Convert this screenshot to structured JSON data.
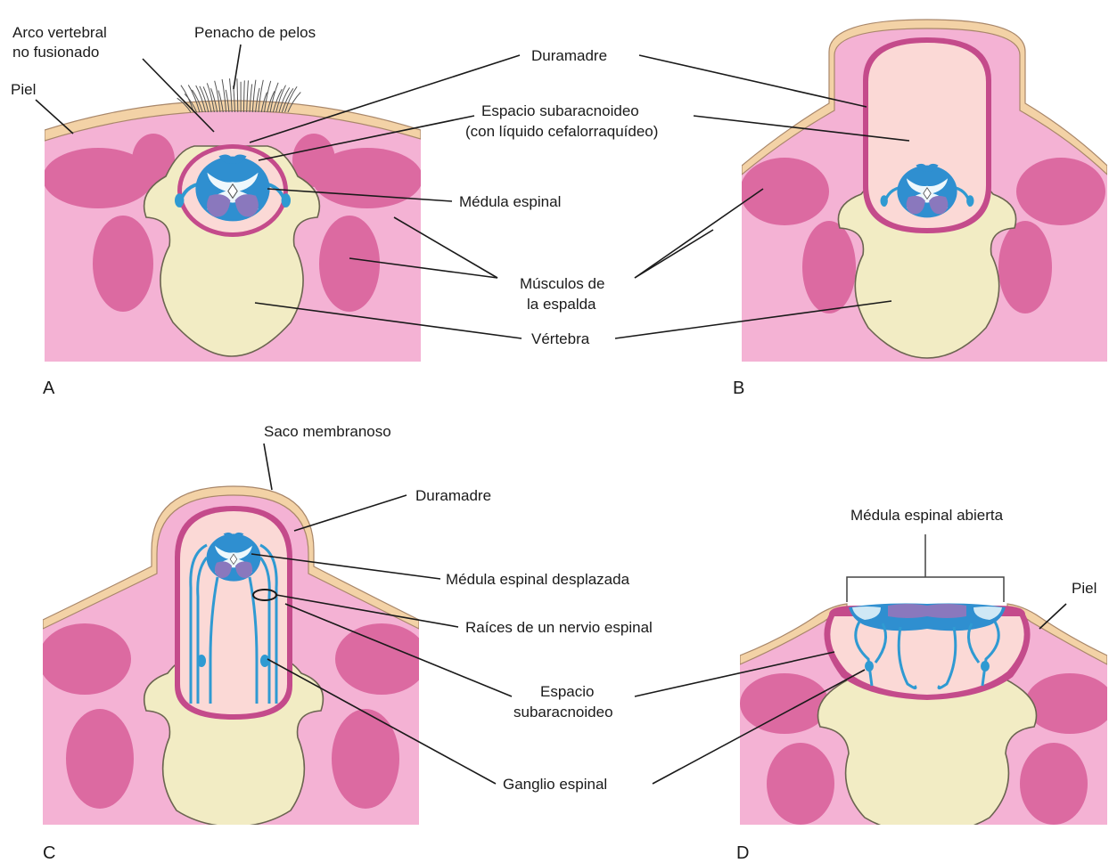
{
  "colors": {
    "skin": "#f3d2a6",
    "skin_stroke": "#a9876a",
    "tissue": "#f4b2d4",
    "muscle": "#dc6aa1",
    "vertebra": "#f2ecc4",
    "vertebra_stroke": "#6b6450",
    "dura": "#c44b8b",
    "csf": "#fbd9d6",
    "cord_blue": "#2f8fd0",
    "cord_purple": "#8a78bd",
    "cord_white": "#eef8fc",
    "nerve": "#2f9ad2",
    "hair": "#555555"
  },
  "panels": [
    {
      "id": "A",
      "letter": "A"
    },
    {
      "id": "B",
      "letter": "B"
    },
    {
      "id": "C",
      "letter": "C"
    },
    {
      "id": "D",
      "letter": "D"
    }
  ],
  "labels": {
    "arco_line1": "Arco vertebral",
    "arco_line2": "no fusionado",
    "penacho": "Penacho de pelos",
    "piel_a": "Piel",
    "duramadre_ab": "Duramadre",
    "espacio_line1": "Espacio subaracnoideo",
    "espacio_line2": "(con líquido cefalorraquídeo)",
    "medula": "Médula espinal",
    "musculos_line1": "Músculos de",
    "musculos_line2": "la espalda",
    "vertebra": "Vértebra",
    "saco": "Saco membranoso",
    "duramadre_c": "Duramadre",
    "medula_desplazada": "Médula espinal desplazada",
    "raices": "Raíces de un nervio espinal",
    "espacio_cd_line1": "Espacio",
    "espacio_cd_line2": "subaracnoideo",
    "ganglio": "Ganglio espinal",
    "medula_abierta": "Médula espinal abierta",
    "piel_d": "Piel"
  }
}
